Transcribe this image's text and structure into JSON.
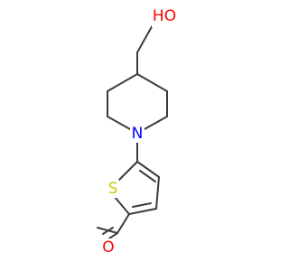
{
  "molecule": {
    "atoms": {
      "hydroxyl_oxygen": {
        "label": "HO",
        "color": "#ff0000"
      },
      "ring_nitrogen": {
        "label": "N",
        "color": "#0000ff"
      },
      "thiophene_sulfur": {
        "label": "S",
        "color": "#cccc00"
      },
      "aldehyde_oxygen": {
        "label": "O",
        "color": "#ff0000"
      }
    },
    "bond_color": "#3c3c3c"
  }
}
